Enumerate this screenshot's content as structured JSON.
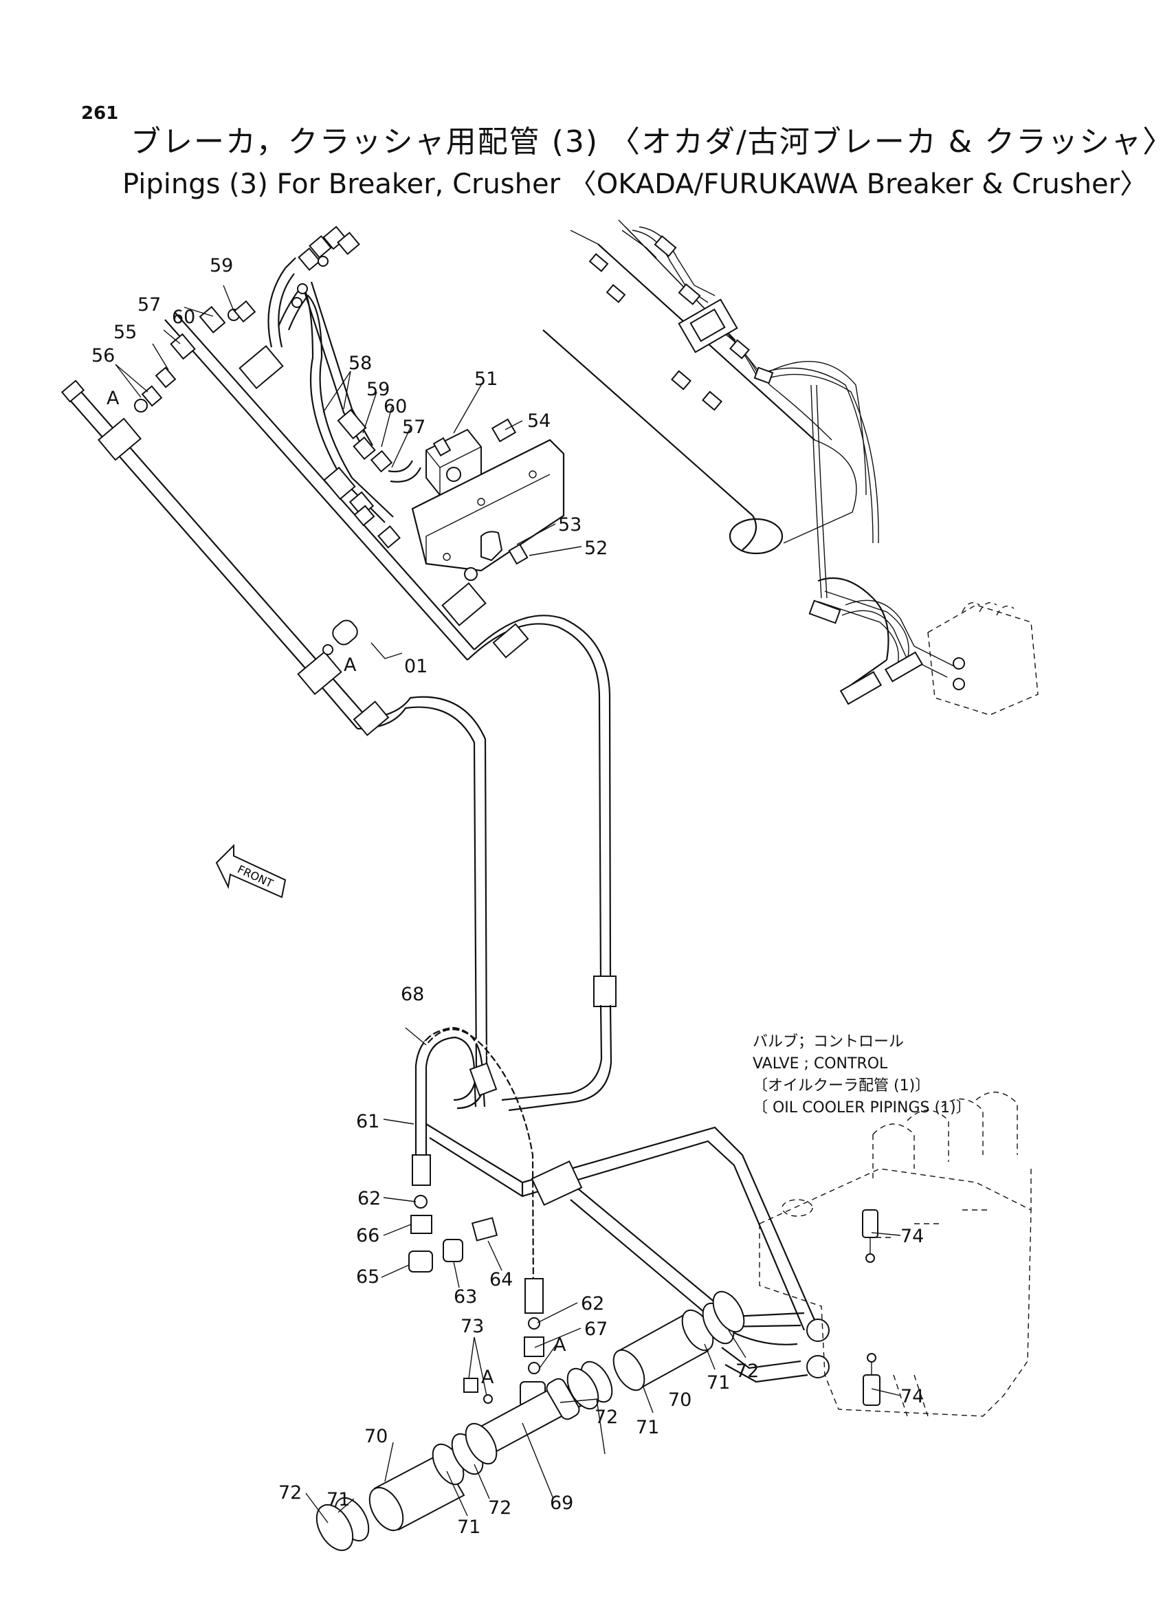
{
  "header": {
    "page_number": "261",
    "title_jp": "ブレーカ，クラッシャ用配管 (3) 〈オカダ/古河ブレーカ & クラッシャ〉",
    "title_en": "Pipings (3) For Breaker, Crusher 〈OKADA/FURUKAWA Breaker & Crusher〉"
  },
  "reference_note": {
    "line1": "バルブ；コントロール",
    "line2": "VALVE ; CONTROL",
    "line3": "〔オイルクーラ配管 (1)〕",
    "line4": "〔 OIL COOLER PIPINGS (1)〕"
  },
  "front_label": "FRONT",
  "callouts": {
    "c59a": "59",
    "c60a": "60",
    "c57a": "57",
    "c55": "55",
    "c56": "56",
    "cAa": "A",
    "c58": "58",
    "c51": "51",
    "c59b": "59",
    "c60b": "60",
    "c57b": "57",
    "c54": "54",
    "c53": "53",
    "c52": "52",
    "cAb": "A",
    "c01": "01",
    "c68": "68",
    "c61": "61",
    "c62a": "62",
    "c66": "66",
    "c65": "65",
    "c63": "63",
    "c64": "64",
    "c62b": "62",
    "c67": "67",
    "cAc": "A",
    "c73": "73",
    "cAd": "A",
    "c70a": "70",
    "c71a": "71",
    "c72a": "72",
    "c69": "69",
    "c72b": "72",
    "c71b": "71",
    "c72c": "72",
    "c71c": "71",
    "c70b": "70",
    "c71d": "71",
    "c72d": "72",
    "c74a": "74",
    "c74b": "74"
  }
}
